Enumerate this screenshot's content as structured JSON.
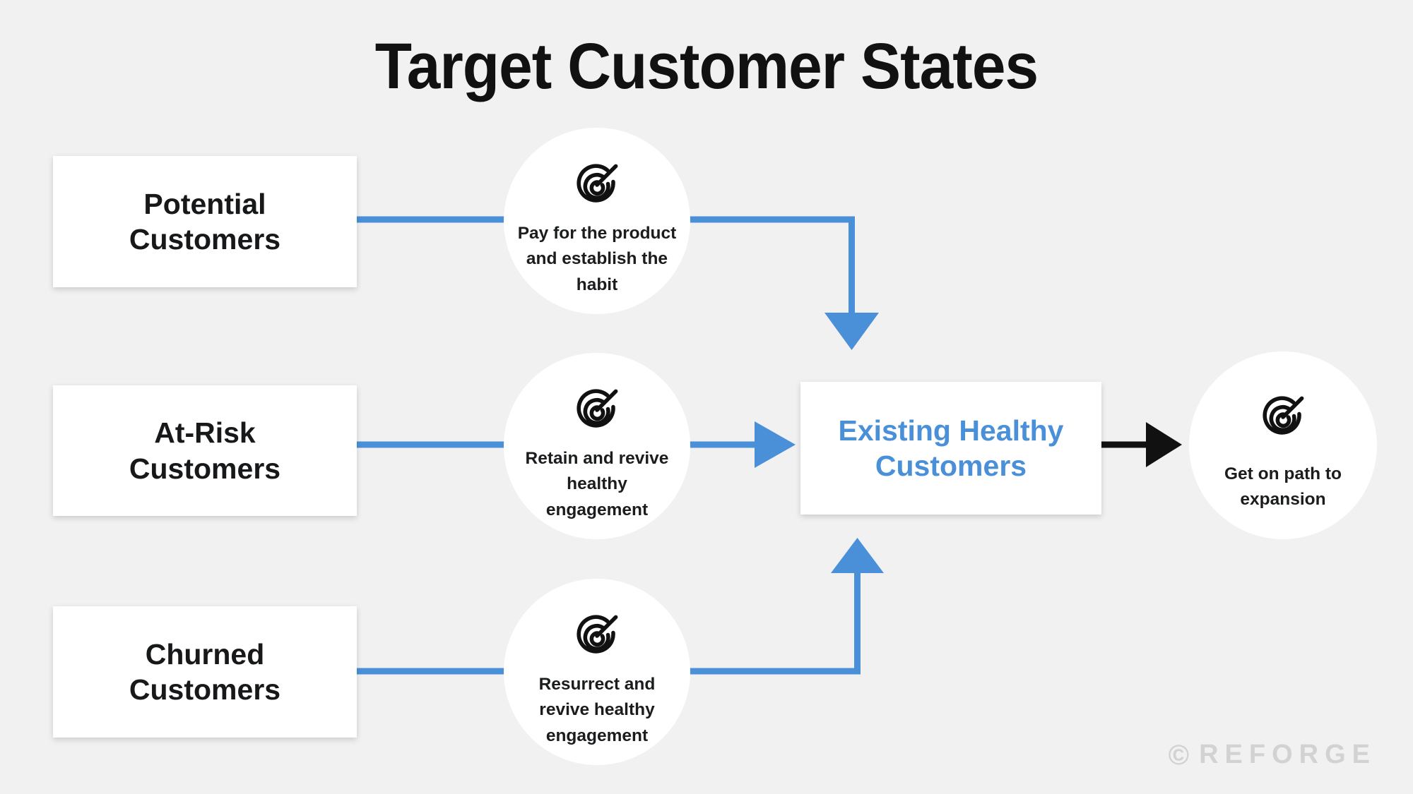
{
  "background_color": "#f1f1f1",
  "accent_color": "#4a90d9",
  "text_color": "#16181a",
  "title": "Target Customer States",
  "states": [
    {
      "id": "potential",
      "label": "Potential\nCustomers"
    },
    {
      "id": "at-risk",
      "label": "At-Risk\nCustomers"
    },
    {
      "id": "churned",
      "label": "Churned\nCustomers"
    }
  ],
  "state_labels": {
    "potential_line1": "Potential",
    "potential_line2": "Customers",
    "atrisk_line1": "At-Risk",
    "atrisk_line2": "Customers",
    "churned_line1": "Churned",
    "churned_line2": "Customers"
  },
  "target_state": {
    "id": "existing-healthy",
    "line1": "Existing Healthy",
    "line2": "Customers",
    "color": "#4a90d9"
  },
  "transitions": [
    {
      "id": "pay-for-product",
      "icon": "target-arrow-icon",
      "line1": "Pay for the product",
      "line2": "and establish the",
      "line3": "habit",
      "from": "potential",
      "to": "existing-healthy",
      "connector_color": "#4a90d9"
    },
    {
      "id": "retain-and-revive",
      "icon": "target-arrow-icon",
      "line1": "Retain and revive",
      "line2": "healthy",
      "line3": "engagement",
      "from": "at-risk",
      "to": "existing-healthy",
      "connector_color": "#4a90d9"
    },
    {
      "id": "resurrect-and-revive",
      "icon": "target-arrow-icon",
      "line1": "Resurrect and",
      "line2": "revive healthy",
      "line3": "engagement",
      "from": "churned",
      "to": "existing-healthy",
      "connector_color": "#4a90d9"
    }
  ],
  "outcome": {
    "id": "expansion",
    "icon": "target-arrow-icon",
    "line1": "Get on path to",
    "line2": "expansion",
    "from": "existing-healthy",
    "connector_color": "#111111"
  },
  "watermark": {
    "copyright_symbol": "©",
    "brand": "REFORGE"
  }
}
